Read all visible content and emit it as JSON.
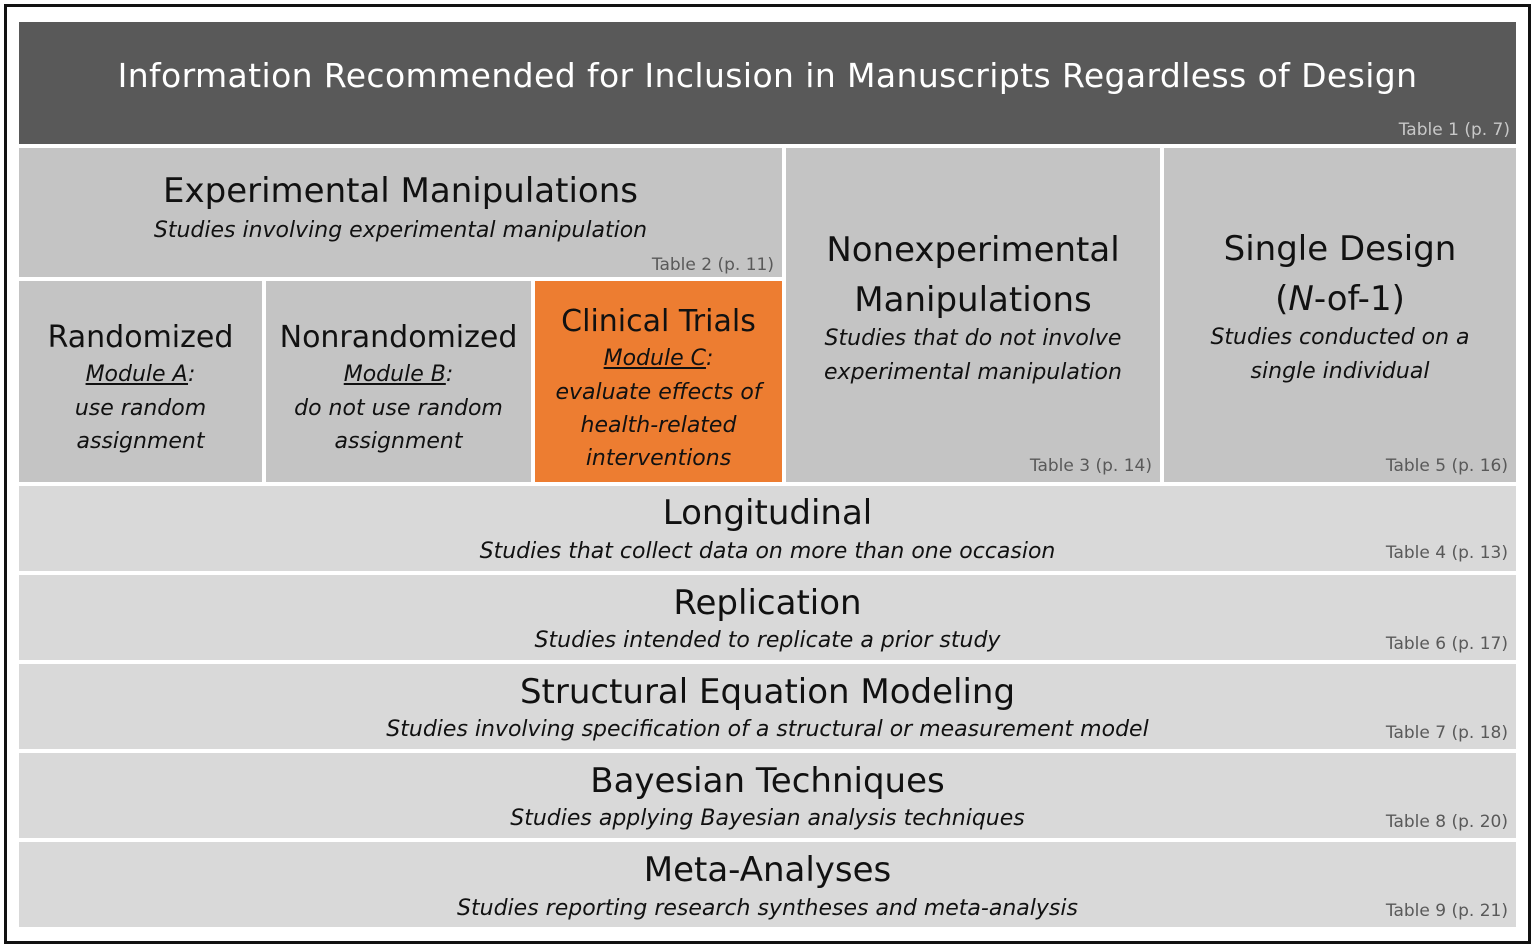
{
  "header": {
    "title": "Information Recommended for Inclusion in Manuscripts Regardless of Design",
    "table_ref": "Table 1 (p. 7)"
  },
  "experimental": {
    "title": "Experimental Manipulations",
    "subtitle": "Studies involving experimental manipulation",
    "table_ref": "Table 2 (p. 11)"
  },
  "randomized": {
    "title": "Randomized",
    "module": "Module A",
    "colon": ":",
    "line1": "use random",
    "line2": "assignment"
  },
  "nonrandomized": {
    "title": "Nonrandomized",
    "module": "Module B",
    "colon": ":",
    "line1": "do not use random",
    "line2": "assignment"
  },
  "clinical": {
    "title": "Clinical Trials",
    "module": "Module C",
    "colon": ":",
    "line1": "evaluate effects of",
    "line2": "health-related",
    "line3": "interventions",
    "color": "#ed7d31"
  },
  "nonexperimental": {
    "title_line1": "Nonexperimental",
    "title_line2": "Manipulations",
    "subtitle_line1": "Studies that do not involve",
    "subtitle_line2": "experimental manipulation",
    "table_ref": "Table 3 (p. 14)"
  },
  "single": {
    "title_line1": "Single Design",
    "title_open": "(",
    "title_n": "N",
    "title_rest": "-of-1)",
    "subtitle_line1": "Studies conducted on a",
    "subtitle_line2": "single individual",
    "table_ref": "Table 5 (p. 16)"
  },
  "rows": [
    {
      "title": "Longitudinal",
      "subtitle": "Studies that collect data on more than one occasion",
      "table_ref": "Table 4  (p. 13)"
    },
    {
      "title": "Replication",
      "subtitle": "Studies intended to replicate a prior study",
      "table_ref": "Table 6  (p. 17)"
    },
    {
      "title": "Structural Equation Modeling",
      "subtitle": "Studies involving specification of a structural or measurement model",
      "table_ref": "Table 7  (p. 18)"
    },
    {
      "title": "Bayesian Techniques",
      "subtitle": "Studies applying Bayesian analysis techniques",
      "table_ref": "Table 8  (p. 20)"
    },
    {
      "title": "Meta-Analyses",
      "subtitle": "Studies reporting research syntheses and meta-analysis",
      "table_ref": "Table 9  (p. 21)"
    }
  ],
  "colors": {
    "header_bg": "#595959",
    "section_bg": "#c4c4c4",
    "row_bg": "#d9d9d9",
    "highlight": "#ed7d31"
  }
}
